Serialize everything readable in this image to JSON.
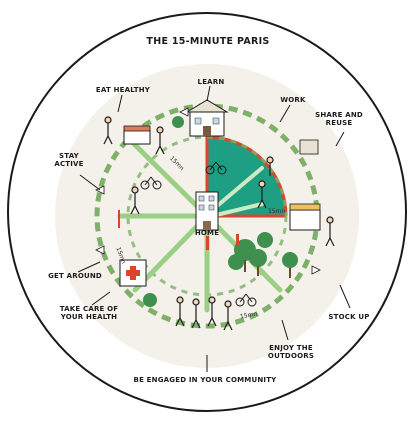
{
  "title": "THE 15-MINUTE PARIS",
  "center_label": "HOME",
  "distance_label": "15mn",
  "colors": {
    "disc": "#ffffff",
    "outline": "#1a1a1a",
    "accent_teal": "#1e9e83",
    "accent_red": "#d9472b",
    "path_green": "#7fb069",
    "ink": "#1b1b1b"
  },
  "activities": [
    {
      "id": "eat-healthy",
      "lines": [
        "EAT HEALTHY"
      ]
    },
    {
      "id": "learn",
      "lines": [
        "LEARN"
      ]
    },
    {
      "id": "work",
      "lines": [
        "WORK"
      ]
    },
    {
      "id": "share-and-reuse",
      "lines": [
        "SHARE AND",
        "REUSE"
      ]
    },
    {
      "id": "stay-active",
      "lines": [
        "STAY",
        "ACTIVE"
      ]
    },
    {
      "id": "get-around",
      "lines": [
        "GET AROUND"
      ]
    },
    {
      "id": "take-care",
      "lines": [
        "TAKE CARE OF",
        "YOUR HEALTH"
      ]
    },
    {
      "id": "stock-up",
      "lines": [
        "STOCK UP"
      ]
    },
    {
      "id": "enjoy-outdoors",
      "lines": [
        "ENJOY THE",
        "OUTDOORS"
      ]
    },
    {
      "id": "community",
      "lines": [
        "BE ENGAGED IN YOUR COMMUNITY"
      ]
    }
  ]
}
